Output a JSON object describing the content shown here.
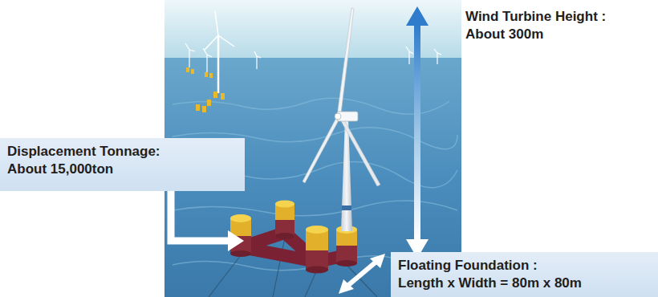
{
  "diagram": {
    "nodes": [
      {
        "text": [
          "Displacement Tonnage:",
          "About 15,000ton"
        ]
      },
      {
        "text": [
          "Floating Foundation :",
          "Length x Width = 80m x 80m"
        ]
      }
    ],
    "labels": [
      "Wind Turbine Height :",
      "About 300m"
    ]
  }
}
